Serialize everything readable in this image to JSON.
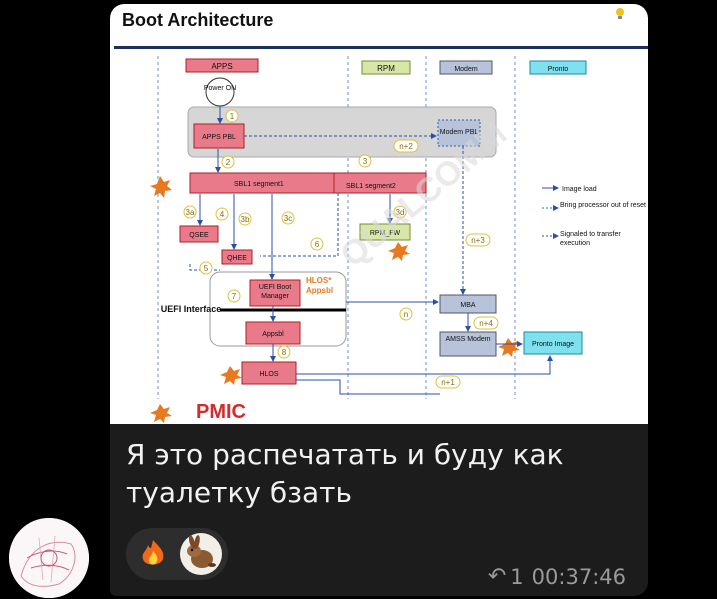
{
  "message": {
    "caption": "Я это распечатать и буду как туалетку бзать",
    "reply_icon": "reply-arrow-icon",
    "reply_count": "1",
    "time": "00:37:46"
  },
  "reactions": [
    {
      "name": "fire-emoji"
    },
    {
      "name": "rabbit-sticker"
    }
  ],
  "slide": {
    "title": "Boot Architecture",
    "columns": [
      "APPS",
      "RPM",
      "Modem",
      "Pronto"
    ],
    "watermark": "QUALCOMM",
    "nodes": {
      "power_on": "Power ON",
      "apps_pbl": "APPS PBL",
      "modem_pbl": "Modem PBL",
      "sbl1_seg1": "SBL1 segment1",
      "sbl1_seg2": "SBL1 segment2",
      "qsee": "QSEE",
      "qhee": "QHEE",
      "rpm_fw": "RPM_FW",
      "uefi_boot_mgr": "UEFI Boot Manager",
      "hlos_appsbl": "HLOS* Appsbl",
      "uefi_interface": "UEFI Interface",
      "appsbl": "Appsbl",
      "hlos": "HLOS",
      "mba": "MBA",
      "amss_modem": "AMSS Modem",
      "pronto_image": "Pronto Image",
      "pmic": "PMIC"
    },
    "steps": [
      "1",
      "2",
      "3",
      "n+2",
      "3a",
      "4",
      "3b",
      "3c",
      "3d",
      "5",
      "6",
      "7",
      "8",
      "n+3",
      "n",
      "n+4",
      "n+1"
    ],
    "legend": [
      {
        "label": "Image load"
      },
      {
        "label": "Bring processor out of reset"
      },
      {
        "label": "Signaled to transfer execution"
      }
    ]
  }
}
